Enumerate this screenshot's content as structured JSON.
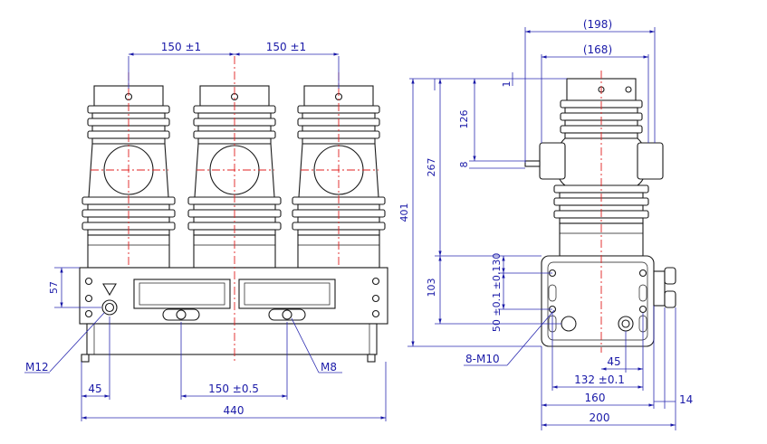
{
  "colors": {
    "line": "#1a1a1a",
    "dimension": "#1a1aa8",
    "centerline": "#e02020",
    "background": "#ffffff"
  },
  "front_view": {
    "pitch_left": "150 ±1",
    "pitch_right": "150 ±1",
    "height_57": "57",
    "label_m12": "M12",
    "label_m8": "M8",
    "dim_45": "45",
    "dim_150_05": "150 ±0.5",
    "dim_440": "440"
  },
  "side_view": {
    "dim_198": "(198)",
    "dim_168": "(168)",
    "dim_1": "1",
    "dim_126": "126",
    "dim_8": "8",
    "dim_267": "267",
    "dim_401": "401",
    "dim_103": "103",
    "dim_130": "±0.130",
    "dim_50": "50 ±0.1",
    "label_8m10": "8-M10",
    "dim_45": "45",
    "dim_132": "132 ±0.1",
    "dim_160": "160",
    "dim_14": "14",
    "dim_200": "200"
  }
}
